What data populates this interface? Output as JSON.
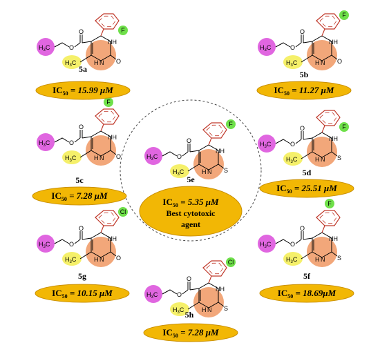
{
  "compounds": [
    {
      "id": "5a",
      "ic50": "15.99 μM",
      "substituent": "F",
      "sub_pos": "ortho",
      "hetero": "O"
    },
    {
      "id": "5b",
      "ic50": "11.27 μM",
      "substituent": "F",
      "sub_pos": "meta",
      "hetero": "O"
    },
    {
      "id": "5c",
      "ic50": "7.28 μM",
      "substituent": "F",
      "sub_pos": "para",
      "hetero": "O"
    },
    {
      "id": "5d",
      "ic50": "25.51 μM",
      "substituent": "F",
      "sub_pos": "ortho",
      "hetero": "S"
    },
    {
      "id": "5e",
      "ic50": "5.35 μM",
      "substituent": "F",
      "sub_pos": "meta",
      "hetero": "S"
    },
    {
      "id": "5g",
      "ic50": "10.15 μM",
      "substituent": "Cl",
      "sub_pos": "meta",
      "hetero": "O"
    },
    {
      "id": "5h",
      "ic50": "7.28 μM",
      "substituent": "Cl",
      "sub_pos": "meta",
      "hetero": "S"
    },
    {
      "id": "5f",
      "ic50": "18.69μM",
      "substituent": "F",
      "sub_pos": "para",
      "hetero": "S"
    }
  ],
  "ic50_prefix": "IC",
  "ic50_sub": "50",
  "ic50_eq": " = ",
  "best_line1": "Best cytotoxic",
  "best_line2": "agent",
  "atoms": {
    "methyl": "H",
    "methyl_sub": "3",
    "methyl_c": "C",
    "nh": "NH",
    "h": "H",
    "n": "N",
    "o": "O"
  },
  "colors": {
    "pill": "#f2b705",
    "pill_edge": "#c98f00",
    "ester": "#e066e0",
    "methyl_hl": "#f5f06a",
    "ring_hl": "#f2a77a",
    "halogen": "#6fe04a",
    "bond_red": "#c0392b"
  }
}
